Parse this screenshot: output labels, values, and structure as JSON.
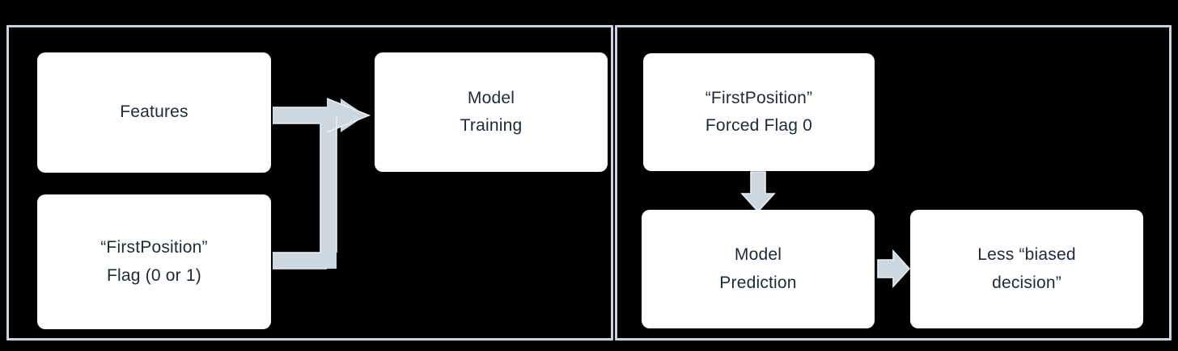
{
  "diagram": {
    "title": "Forced flag debiasing flowchart",
    "background_color": "#000000",
    "panel_border_color": "#c7d4df",
    "box_fill_color": "#ffffff",
    "box_text_color": "#1c2b3a",
    "connector_color": "#ccd7e0"
  },
  "panels": [
    {
      "name": "training-panel",
      "label": ""
    },
    {
      "name": "inference-panel",
      "label": ""
    }
  ],
  "boxes": {
    "features": "Features",
    "flag": "“FirstPosition”\nFlag (0 or 1)",
    "model_training": "Model\nTraining",
    "forced_flag": "“FirstPosition”\nForced Flag 0",
    "model_prediction": "Model\nPrediction",
    "less_biased": "Less “biased\ndecision”"
  },
  "connectors": [
    {
      "name": "features-and-flag-to-model-training",
      "type": "merge-elbow-arrow",
      "direction": "right"
    },
    {
      "name": "forced-flag-to-model-prediction",
      "type": "block-arrow",
      "direction": "down"
    },
    {
      "name": "model-prediction-to-less-biased",
      "type": "block-arrow",
      "direction": "right"
    }
  ]
}
